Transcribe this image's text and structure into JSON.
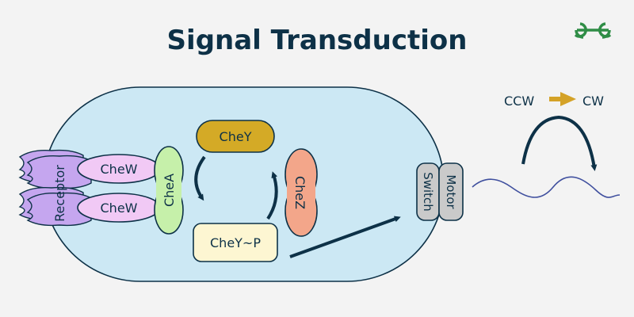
{
  "title": "Signal Transduction",
  "logo": "geeksforgeeks-logo",
  "colors": {
    "background": "#f3f3f3",
    "cell": "#cce8f4",
    "outline": "#0d3147",
    "receptor": "#c5a6ef",
    "chew": "#f1c9f5",
    "chea": "#c6f0aa",
    "chey": "#d4aa26",
    "cheyp": "#fdf6d2",
    "chez": "#f3a68a",
    "motor": "#cacaca",
    "flagellum": "#3f4f9e",
    "direction_arrow": "#d4a227",
    "logo": "#2f8d46"
  },
  "labels": {
    "receptor": "Receptor",
    "chew_top": "CheW",
    "chew_bottom": "CheW",
    "chea": "CheA",
    "chey": "CheY",
    "cheyp": "CheY~P",
    "chez": "CheZ",
    "switch": "Switch",
    "motor": "Motor",
    "ccw": "CCW",
    "cw": "CW"
  }
}
